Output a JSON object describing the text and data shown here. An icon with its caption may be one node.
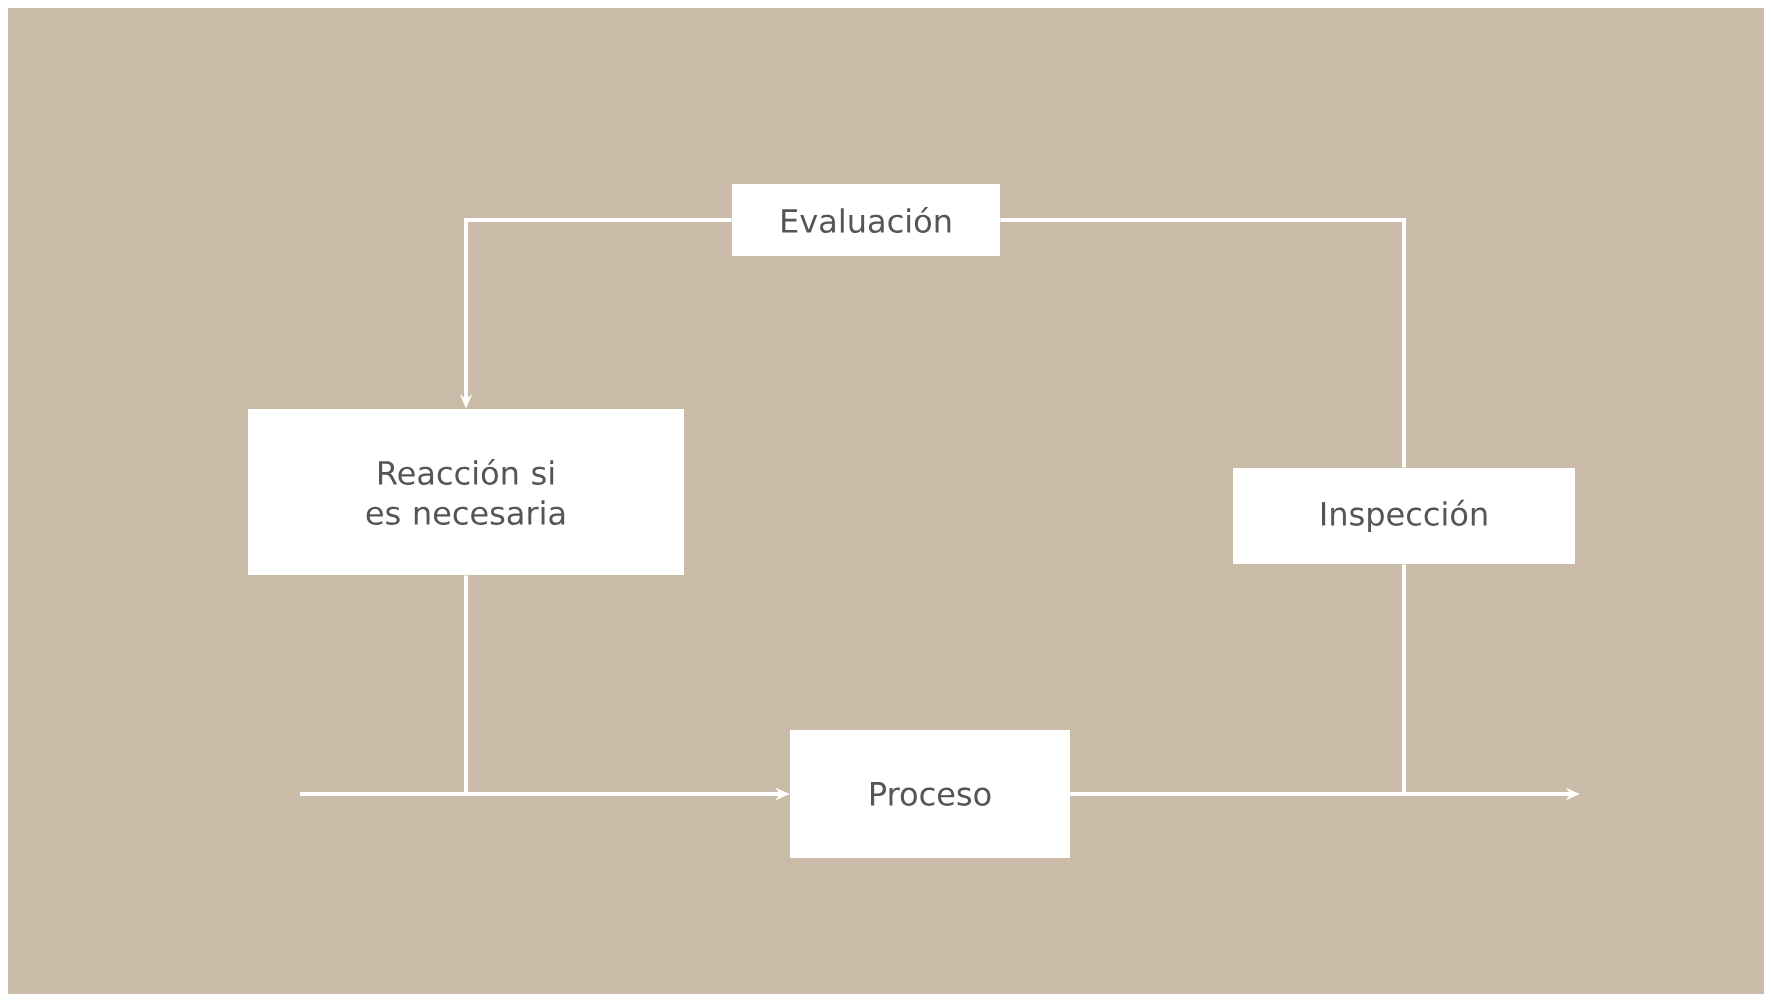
{
  "diagram": {
    "nodes": [
      {
        "text": [
          "Evaluación"
        ]
      },
      {
        "text": [
          "Reacción si es necesaria"
        ]
      },
      {
        "text": [
          "Inspección"
        ]
      },
      {
        "text": [
          "Proceso"
        ]
      }
    ],
    "edges": [
      {
        "from": null,
        "to": 3,
        "arrow": "to"
      },
      {
        "from": 1,
        "to": 3,
        "arrow": "to"
      },
      {
        "from": 3,
        "to": null,
        "arrow": "to"
      },
      {
        "from": 3,
        "to": 2,
        "arrow": "none"
      },
      {
        "from": 2,
        "to": 0,
        "arrow": "none"
      },
      {
        "from": 0,
        "to": 1,
        "arrow": "to"
      }
    ]
  }
}
